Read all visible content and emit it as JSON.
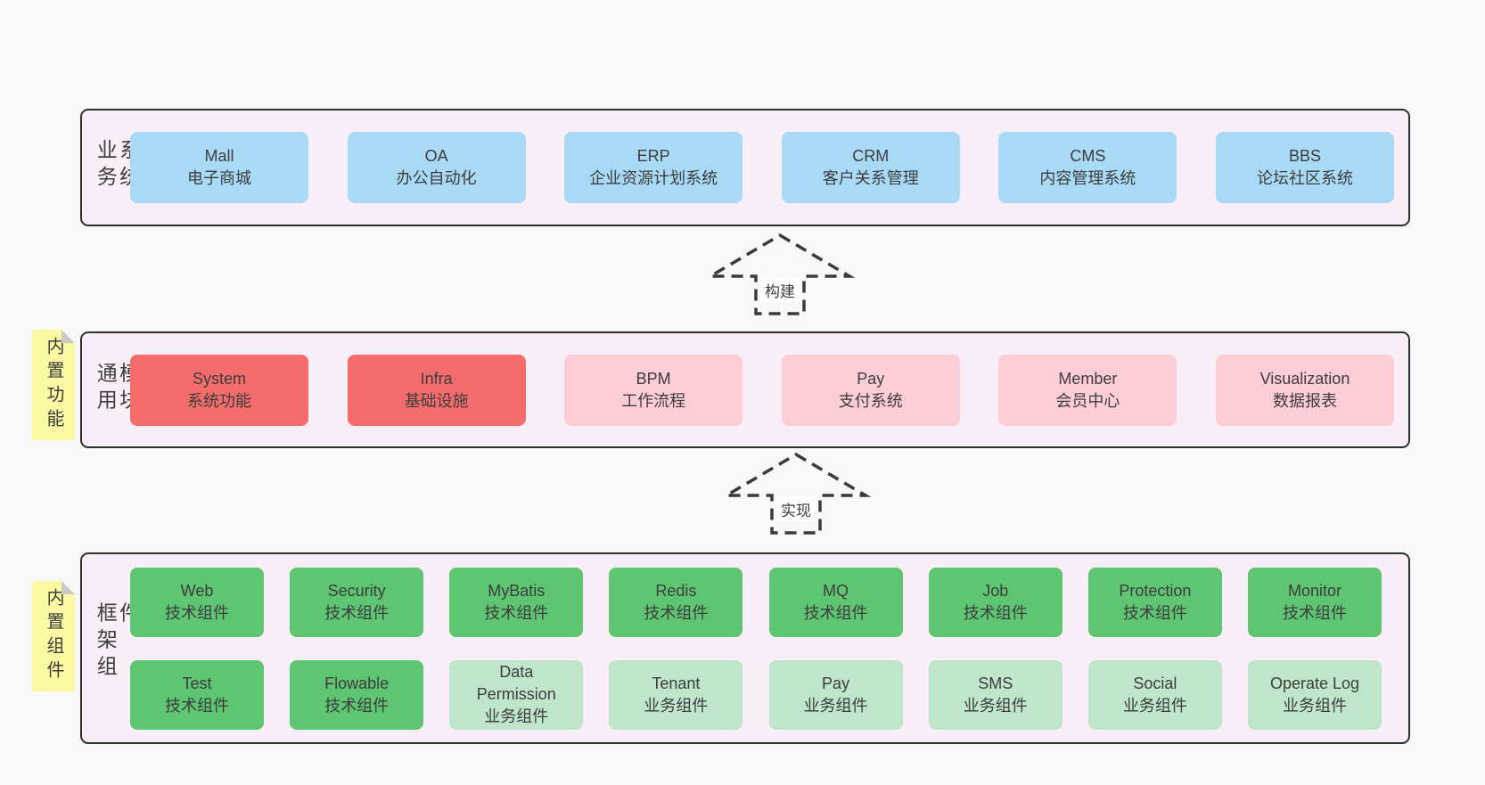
{
  "colors": {
    "blue": "#a9daf5",
    "red": "#f56c6c",
    "pink": "#fccdd6",
    "green": "#5ec573",
    "lightgreen": "#bfe6cb",
    "section_bg": "#f8eef7",
    "sticky_yellow": "#fbfaa3",
    "page_bg": "#f8f8f8",
    "border": "#2e2e2e",
    "text": "#3d3d3d"
  },
  "arrows": [
    {
      "label": "构建"
    },
    {
      "label": "实现"
    }
  ],
  "sections": [
    {
      "label": "业务系统",
      "rows": [
        [
          {
            "name": "Mall",
            "desc": "电子商城",
            "variant": "blue"
          },
          {
            "name": "OA",
            "desc": "办公自动化",
            "variant": "blue"
          },
          {
            "name": "ERP",
            "desc": "企业资源计划系统",
            "variant": "blue"
          },
          {
            "name": "CRM",
            "desc": "客户关系管理",
            "variant": "blue"
          },
          {
            "name": "CMS",
            "desc": "内容管理系统",
            "variant": "blue"
          },
          {
            "name": "BBS",
            "desc": "论坛社区系统",
            "variant": "blue"
          }
        ]
      ]
    },
    {
      "label": "通用模块",
      "sticky": "内置功能",
      "rows": [
        [
          {
            "name": "System",
            "desc": "系统功能",
            "variant": "red"
          },
          {
            "name": "Infra",
            "desc": "基础设施",
            "variant": "red"
          },
          {
            "name": "BPM",
            "desc": "工作流程",
            "variant": "pink"
          },
          {
            "name": "Pay",
            "desc": "支付系统",
            "variant": "pink"
          },
          {
            "name": "Member",
            "desc": "会员中心",
            "variant": "pink"
          },
          {
            "name": "Visualization",
            "desc": "数据报表",
            "variant": "pink"
          }
        ]
      ]
    },
    {
      "label": "框架组件",
      "sticky": "内置组件",
      "rows": [
        [
          {
            "name": "Web",
            "desc": "技术组件",
            "variant": "green"
          },
          {
            "name": "Security",
            "desc": "技术组件",
            "variant": "green"
          },
          {
            "name": "MyBatis",
            "desc": "技术组件",
            "variant": "green"
          },
          {
            "name": "Redis",
            "desc": "技术组件",
            "variant": "green"
          },
          {
            "name": "MQ",
            "desc": "技术组件",
            "variant": "green"
          },
          {
            "name": "Job",
            "desc": "技术组件",
            "variant": "green"
          },
          {
            "name": "Protection",
            "desc": "技术组件",
            "variant": "green"
          },
          {
            "name": "Monitor",
            "desc": "技术组件",
            "variant": "green"
          }
        ],
        [
          {
            "name": "Test",
            "desc": "技术组件",
            "variant": "green"
          },
          {
            "name": "Flowable",
            "desc": "技术组件",
            "variant": "green"
          },
          {
            "name": "Data\nPermission",
            "desc": "业务组件",
            "variant": "lightgreen"
          },
          {
            "name": "Tenant",
            "desc": "业务组件",
            "variant": "lightgreen"
          },
          {
            "name": "Pay",
            "desc": "业务组件",
            "variant": "lightgreen"
          },
          {
            "name": "SMS",
            "desc": "业务组件",
            "variant": "lightgreen"
          },
          {
            "name": "Social",
            "desc": "业务组件",
            "variant": "lightgreen"
          },
          {
            "name": "Operate Log",
            "desc": "业务组件",
            "variant": "lightgreen"
          }
        ]
      ]
    }
  ]
}
